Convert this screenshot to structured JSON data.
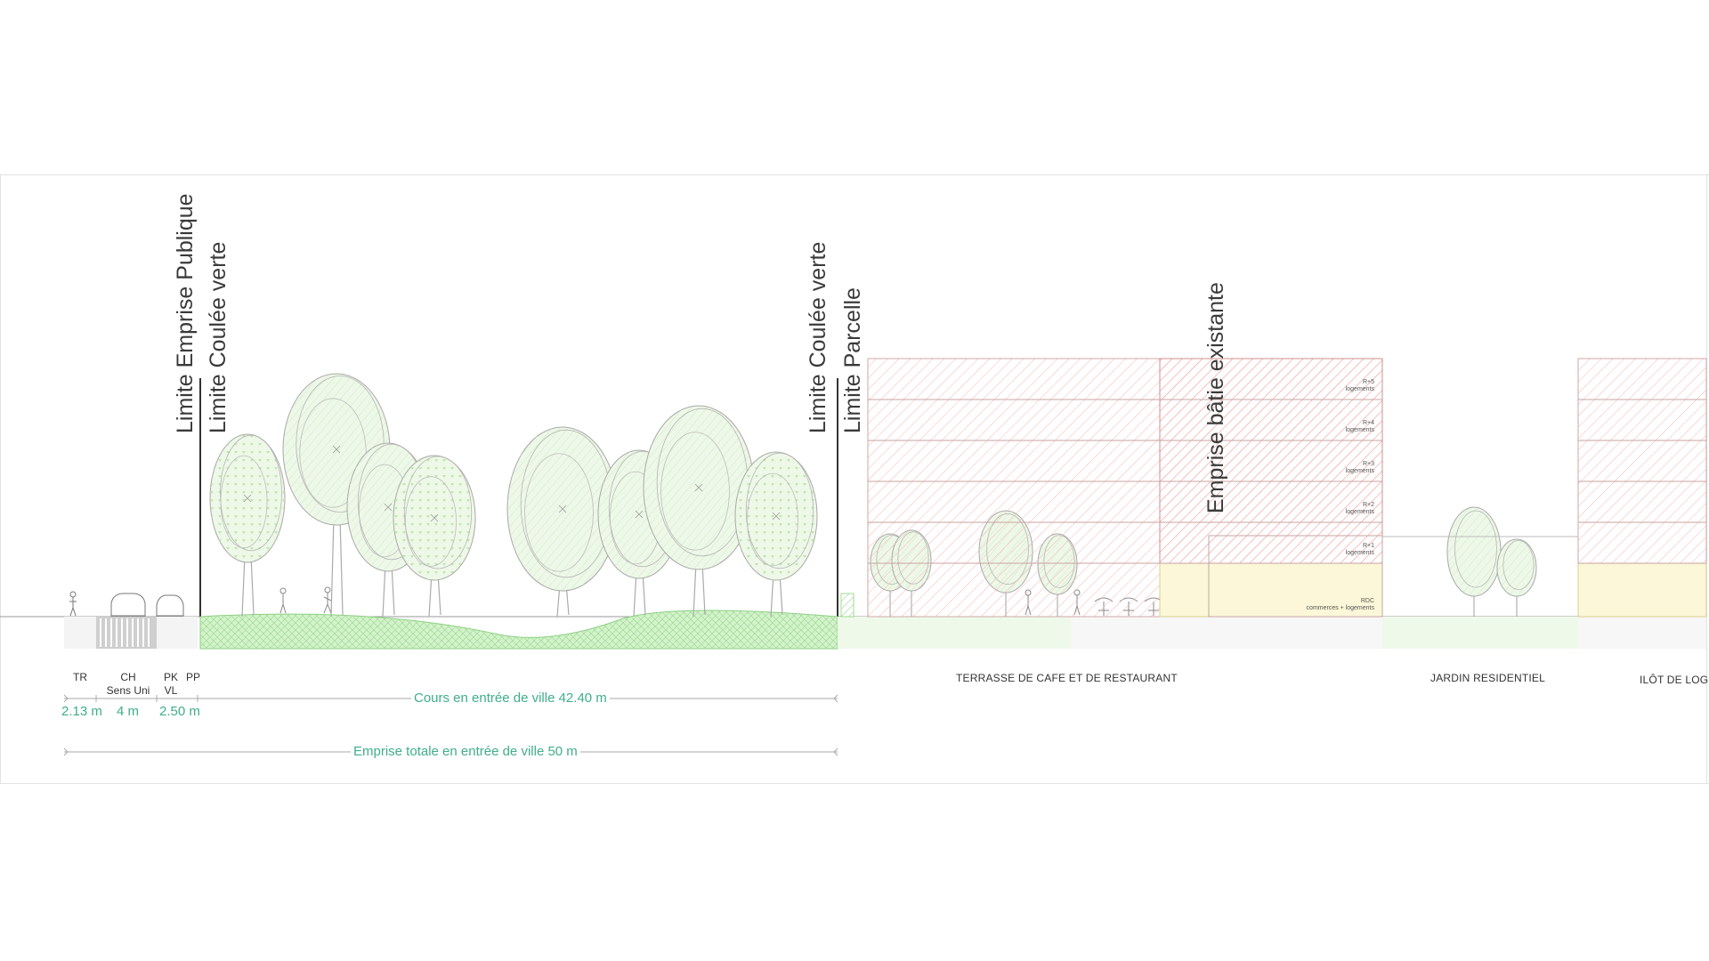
{
  "section": {
    "vertical_labels": {
      "limite_emprise_publique": "Limite Emprise Publique",
      "limite_coulee_verte_left": "Limite Coulée verte",
      "limite_coulee_verte_right": "Limite Coulée verte",
      "limite_parcelle": "Limite Parcelle",
      "emprise_batie_existante": "Emprise bâtie existante"
    },
    "lanes": [
      {
        "code": "TR",
        "width": "2.13 m"
      },
      {
        "code": "CH\nSens Uni",
        "width": "4 m"
      },
      {
        "code": "PK\nVL",
        "width": "2.50 m"
      },
      {
        "code": "PP",
        "width": ""
      }
    ],
    "dimensions": {
      "cours": "Cours en entrée de ville 42.40 m",
      "emprise_totale": "Emprise totale en entrée de ville 50 m"
    },
    "zones": {
      "terrasse": "TERRASSE DE CAFE ET DE RESTAURANT",
      "jardin": "JARDIN RESIDENTIEL",
      "ilot": "ILÔT DE LOGE"
    },
    "building_floors": [
      {
        "level": "R+5",
        "use": "logements"
      },
      {
        "level": "R+4",
        "use": "logements"
      },
      {
        "level": "R+3",
        "use": "logements"
      },
      {
        "level": "R+2",
        "use": "logements"
      },
      {
        "level": "R+1",
        "use": "logements"
      },
      {
        "level": "RDC",
        "use": "commerces + logements"
      }
    ],
    "colors": {
      "accent_text": "#3fae8a",
      "ground_green": "#c9f0c2",
      "tree_fill": "#e6f5dd",
      "housing_hatch": "#f4b8b8",
      "existing_hatch": "#ef8f8f",
      "commerce_fill": "#fbf7d8"
    }
  }
}
